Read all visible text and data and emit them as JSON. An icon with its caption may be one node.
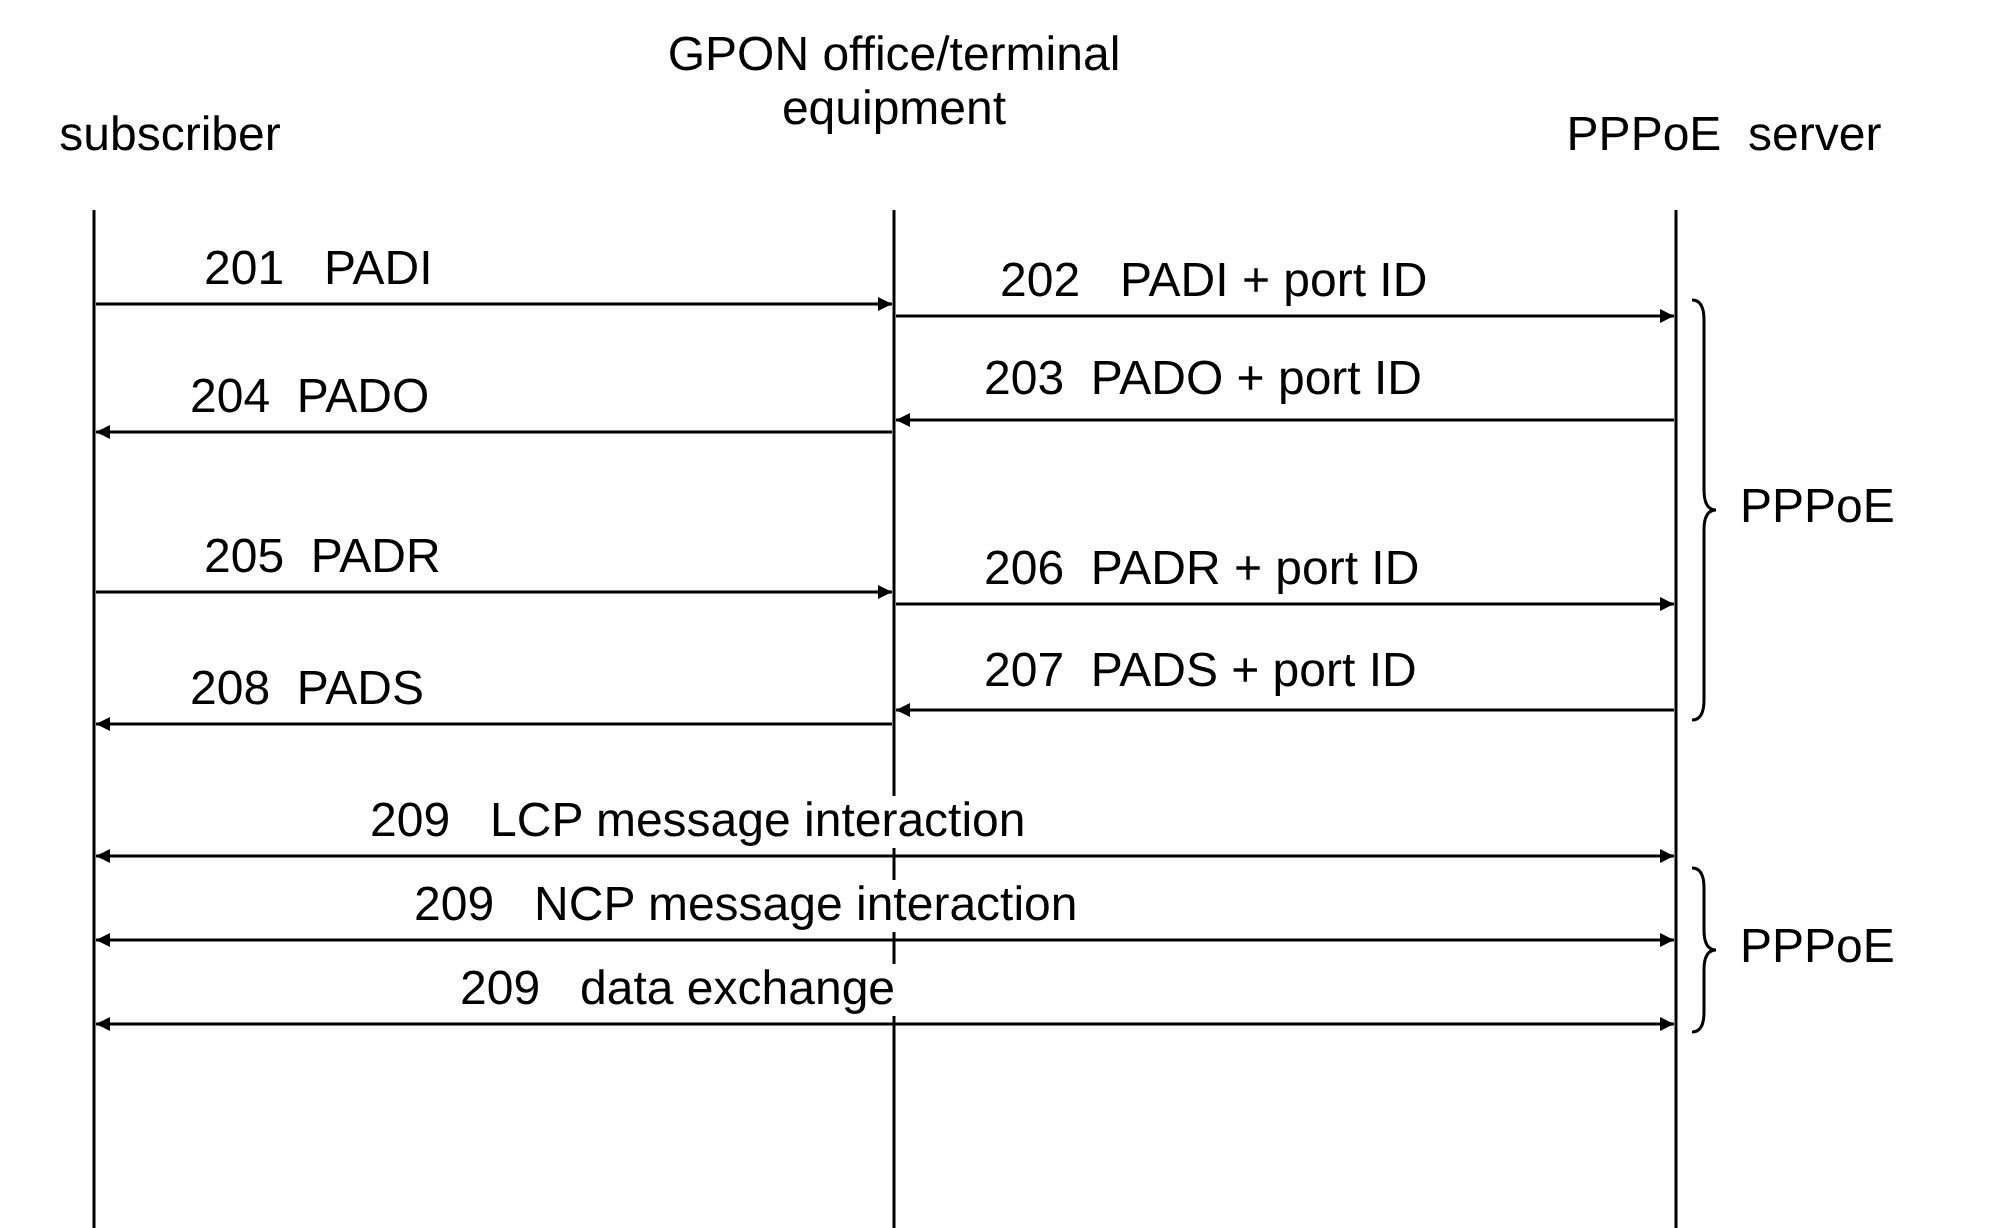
{
  "diagram": {
    "nodes": [
      {
        "text": [
          "subscriber"
        ]
      },
      {
        "text": [
          "GPON office/terminal equipment"
        ]
      },
      {
        "text": [
          "PPPoE  server"
        ]
      }
    ],
    "edges": [
      {
        "from": 0,
        "to": 1,
        "arrow": "to",
        "label": "201   PADI"
      },
      {
        "from": 1,
        "to": 2,
        "arrow": "to",
        "label": "202   PADI + port ID"
      },
      {
        "from": 2,
        "to": 1,
        "arrow": "to",
        "label": "203  PADO + port ID"
      },
      {
        "from": 1,
        "to": 0,
        "arrow": "to",
        "label": "204  PADO"
      },
      {
        "from": 0,
        "to": 1,
        "arrow": "to",
        "label": "205  PADR"
      },
      {
        "from": 1,
        "to": 2,
        "arrow": "to",
        "label": "206  PADR + port ID"
      },
      {
        "from": 2,
        "to": 1,
        "arrow": "to",
        "label": "207  PADS + port ID"
      },
      {
        "from": 1,
        "to": 0,
        "arrow": "to",
        "label": "208  PADS"
      },
      {
        "from": 0,
        "to": 2,
        "arrow": "both",
        "label": "209   LCP message interaction"
      },
      {
        "from": 0,
        "to": 2,
        "arrow": "both",
        "label": "209   NCP message interaction"
      },
      {
        "from": 0,
        "to": 2,
        "arrow": "both",
        "label": "209   data exchange"
      }
    ],
    "labels": [
      "PPPoE",
      "PPPoE"
    ]
  }
}
